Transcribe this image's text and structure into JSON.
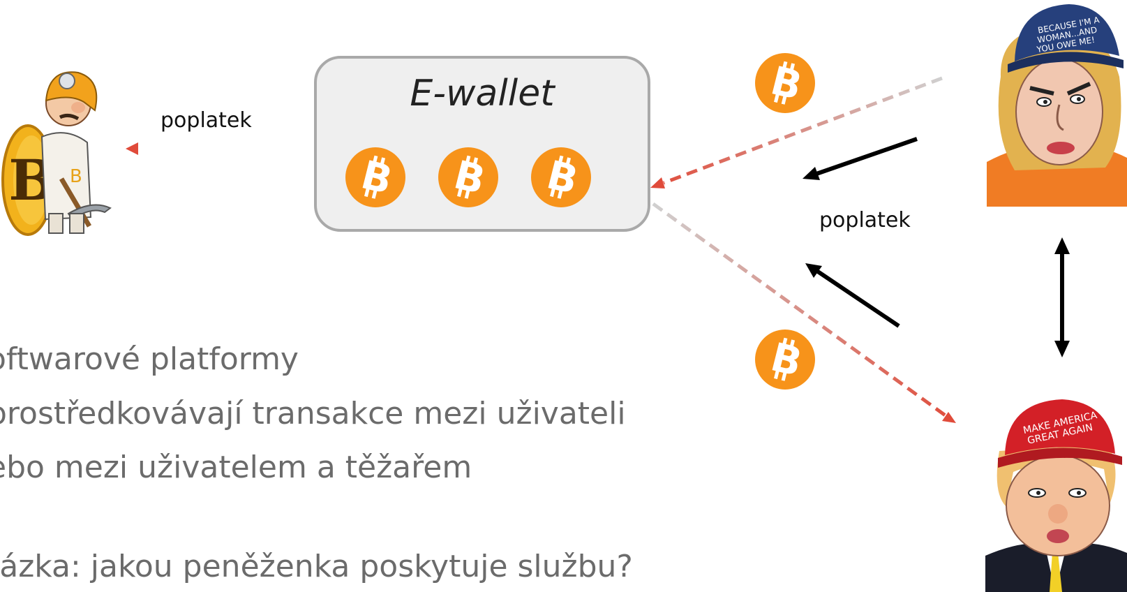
{
  "wallet": {
    "title": "E-wallet"
  },
  "labels": {
    "fee_left": "poplatek",
    "fee_right": "poplatek"
  },
  "text": {
    "line1": "oftwarové platformy",
    "line2": "prostředkovávají transakce mezi uživateli",
    "line3": "ebo mezi uživatelem a těžařem",
    "line4": "tázka: jakou peněženka poskytuje službu?"
  },
  "hat_top": {
    "line1": "BECAUSE I'M A",
    "line2": "WOMAN...AND",
    "line3": "YOU OWE ME!"
  },
  "hat_bottom": {
    "line1": "MAKE AMERICA",
    "line2": "GREAT AGAIN"
  },
  "colors": {
    "bitcoin_orange": "#f7931a",
    "arrow_red": "#e04b3a",
    "arrow_gray": "#c8c8c8",
    "wallet_fill": "#efefef",
    "wallet_border": "#a9a9a9",
    "hat_blue": "#26407c",
    "hat_red": "#d32027"
  },
  "icons": [
    "bitcoin-coin-icon",
    "miner-cartoon",
    "caricature-woman",
    "caricature-man"
  ]
}
